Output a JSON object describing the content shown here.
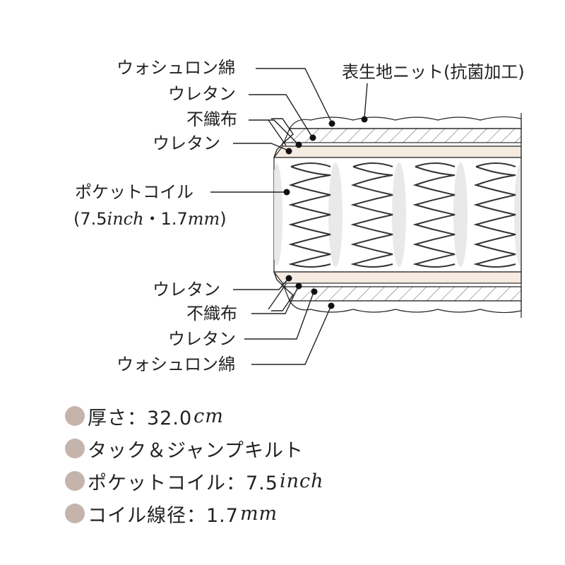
{
  "labels": {
    "top_knit": "表生地ニット(抗菌加工)",
    "wash_cotton_top": "ウォシュロン綿",
    "urethane_top_outer": "ウレタン",
    "nonwoven_top": "不織布",
    "urethane_top_inner": "ウレタン",
    "pocket_coil": "ポケットコイル",
    "pocket_coil_spec_open": "(7.5",
    "pocket_coil_spec_inch": "inch",
    "pocket_coil_spec_mid": "・1.7",
    "pocket_coil_spec_mm": "mm",
    "pocket_coil_spec_close": ")",
    "urethane_bottom_inner": "ウレタン",
    "nonwoven_bottom": "不織布",
    "urethane_bottom_outer": "ウレタン",
    "wash_cotton_bottom": "ウォシュロン綿"
  },
  "specs": [
    {
      "text": "厚さ：32.0",
      "unit": "cm"
    },
    {
      "text": "タック＆ジャンプキルト",
      "unit": ""
    },
    {
      "text": "ポケットコイル：7.5",
      "unit": "inch"
    },
    {
      "text": "コイル線径：1.7",
      "unit": "mm"
    }
  ],
  "colors": {
    "bullet": "#c4b4ac",
    "urethane_fill": "#f6ebe1",
    "coil_shade": "#e9e9e9",
    "line": "#222222"
  }
}
